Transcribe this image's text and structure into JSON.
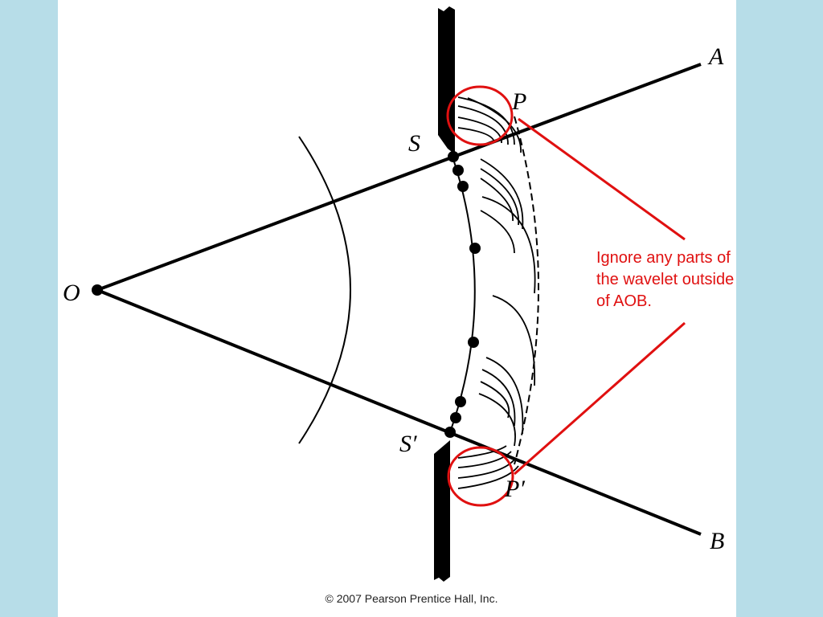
{
  "diagram": {
    "labels": {
      "A": "A",
      "B": "B",
      "O": "O",
      "S": "S",
      "S_prime": "S′",
      "P": "P",
      "P_prime": "P′"
    },
    "annotation": "Ignore any parts of\nthe wavelet outside\nof AOB.",
    "copyright": "© 2007 Pearson Prentice Hall, Inc."
  },
  "colors": {
    "background": "#b7dde8",
    "slide": "#ffffff",
    "ink": "#000000",
    "highlight": "#e01010"
  }
}
